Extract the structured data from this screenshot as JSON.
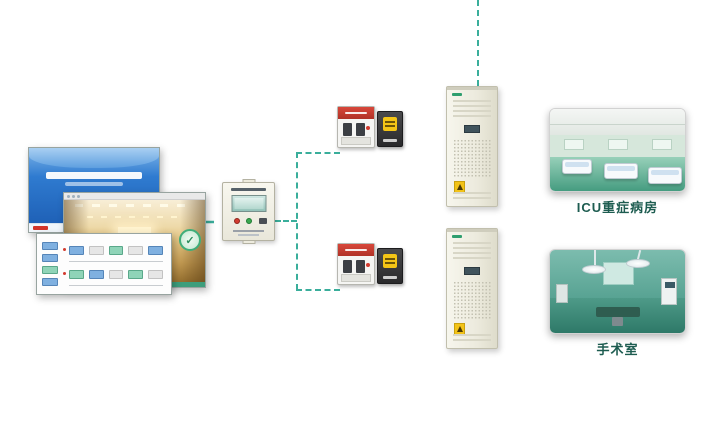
{
  "diagram": {
    "background": "#ffffff",
    "accent_color": "#3aae9b",
    "label_color": "#1d5c50",
    "left_cluster": {
      "screens": [
        {
          "name": "title-slide-screenshot"
        },
        {
          "name": "ward-photo-screenshot"
        },
        {
          "name": "power-schematic-screenshot"
        }
      ]
    },
    "control_panel": {
      "name": "medical-it-insulation-monitor-panel"
    },
    "branches": [
      {
        "id": "icu",
        "room_label": "ICU重症病房",
        "devices": [
          "dual-power-transfer-switch",
          "monitoring-module"
        ],
        "cabinet": "isolation-power-cabinet"
      },
      {
        "id": "operating-room",
        "room_label": "手术室",
        "devices": [
          "dual-power-transfer-switch",
          "monitoring-module"
        ],
        "cabinet": "isolation-power-cabinet"
      }
    ]
  }
}
